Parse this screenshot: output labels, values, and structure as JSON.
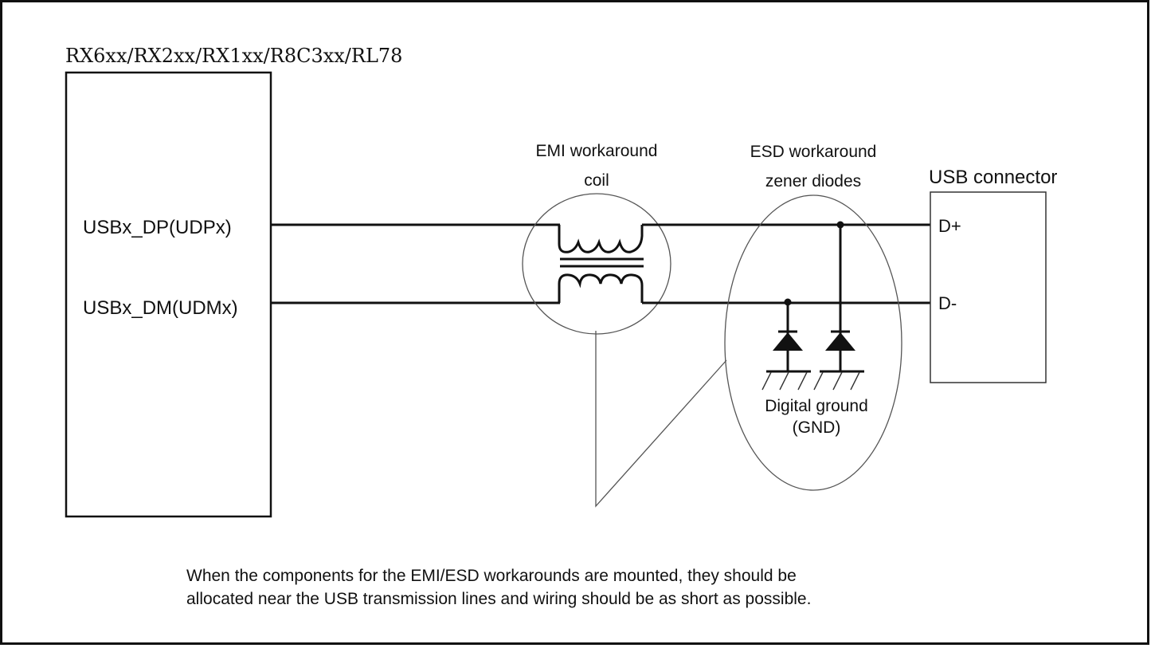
{
  "diagram": {
    "mcu_title": "RX6xx/RX2xx/RX1xx/R8C3xx/RL78",
    "mcu_pins": {
      "dp": "USBx_DP(UDPx)",
      "dm": "USBx_DM(UDMx)"
    },
    "emi": {
      "label_line1": "EMI workaround",
      "label_line2": "coil"
    },
    "esd": {
      "label_line1": "ESD workaround",
      "label_line2": "zener diodes",
      "ground_line1": "Digital ground",
      "ground_line2": "(GND)"
    },
    "usb_connector": {
      "title": "USB connector",
      "pin_dp": "D+",
      "pin_dm": "D-"
    },
    "note": {
      "line1": "When the components for the EMI/ESD workarounds are mounted, they should be",
      "line2": "allocated near the USB transmission lines and wiring should be as short as possible."
    }
  }
}
